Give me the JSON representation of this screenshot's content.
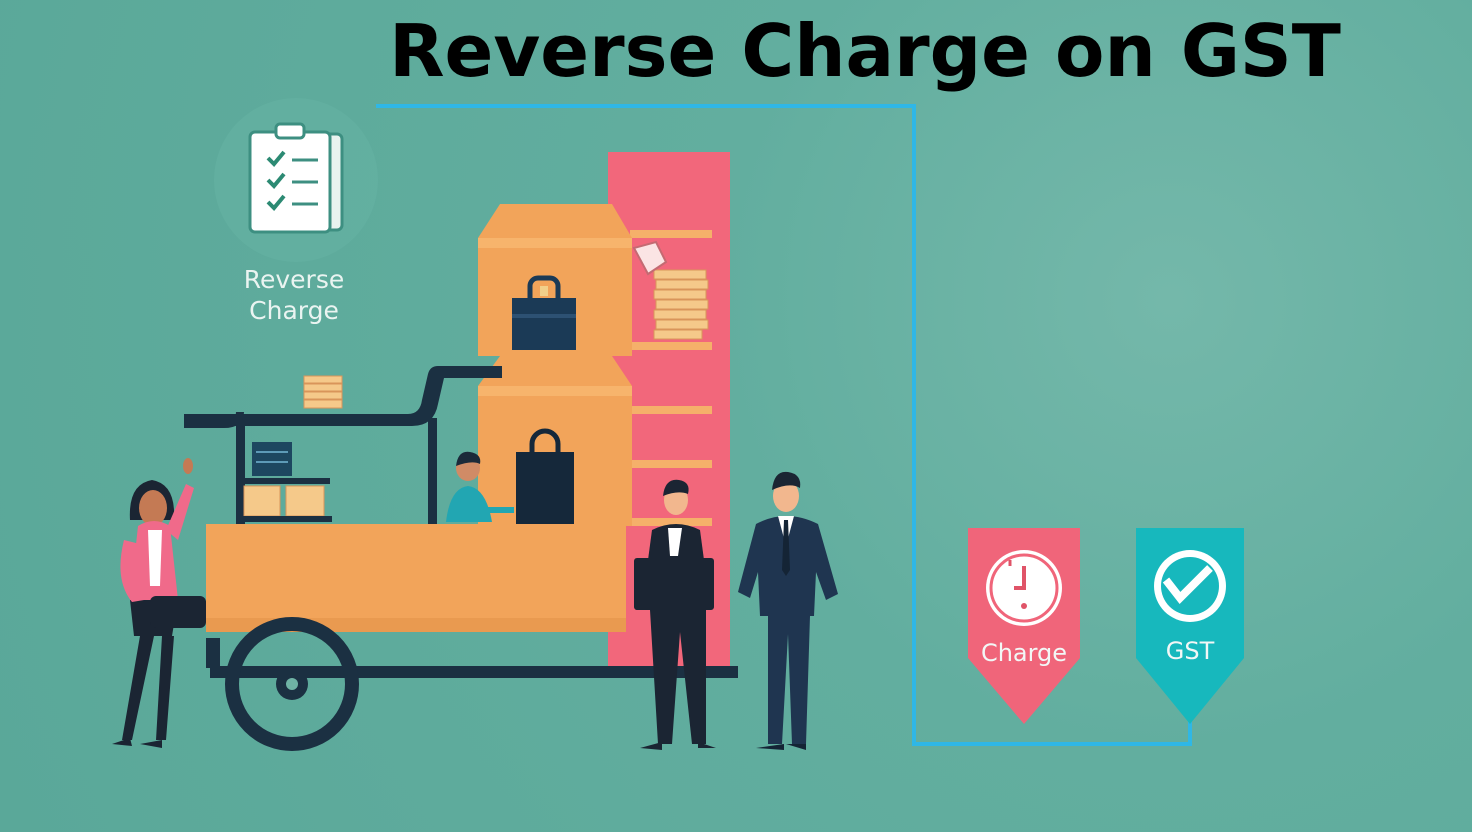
{
  "title": "Reverse Charge on GST",
  "clipboard_label": {
    "line1": "Reverse",
    "line2": "Charge"
  },
  "tags": {
    "charge": {
      "label": "Charge",
      "color": "#f0657a",
      "icon": "clock-icon"
    },
    "gst": {
      "label": "GST",
      "color": "#17b8bd",
      "icon": "check-badge-icon"
    }
  },
  "colors": {
    "background": "#5fab9d",
    "connector_line": "#2fb7e6",
    "cart": "#f2a45a",
    "cart_frame": "#1b3042",
    "pink_shelf": "#f2677b"
  }
}
